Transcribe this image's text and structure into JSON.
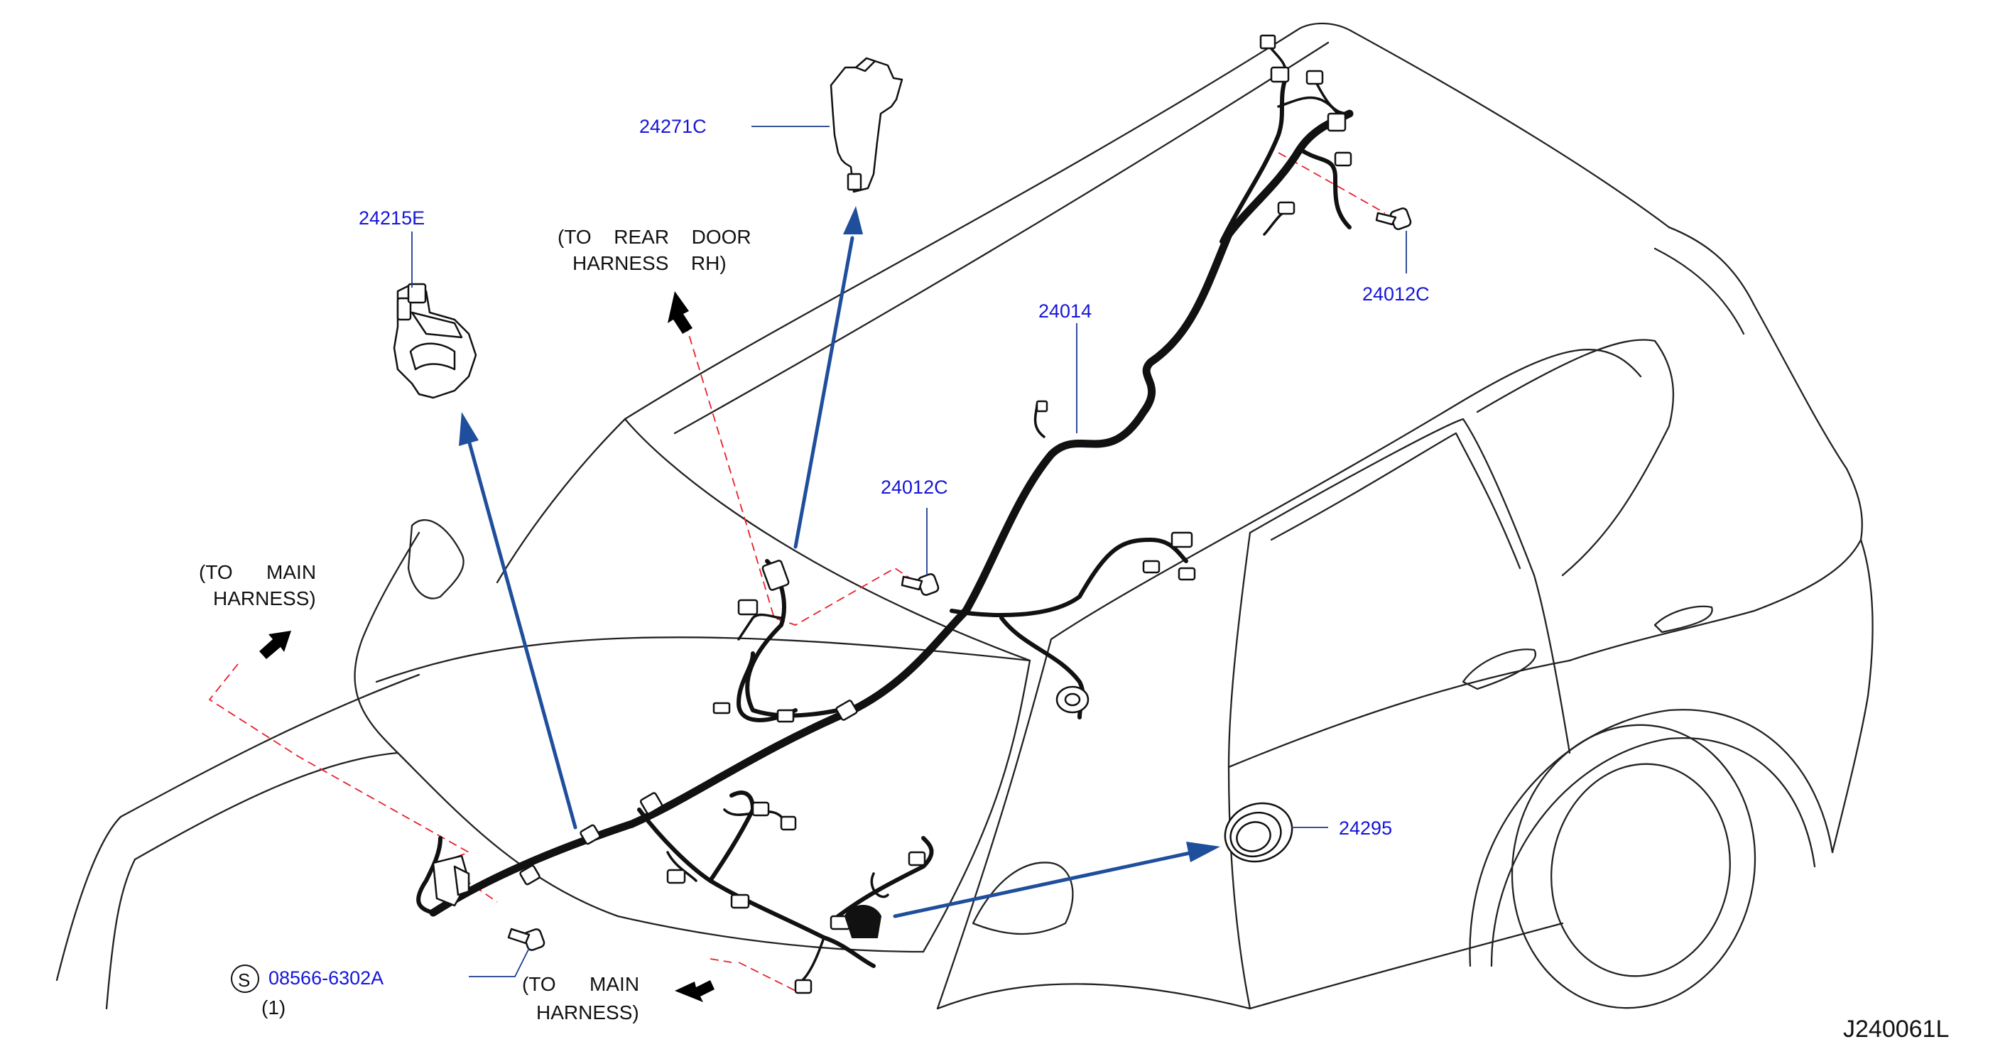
{
  "diagram": {
    "code": "J240061L",
    "parts": [
      {
        "id": "24271C",
        "label": "24271C"
      },
      {
        "id": "24215E",
        "label": "24215E"
      },
      {
        "id": "24014",
        "label": "24014"
      },
      {
        "id": "24012C-roof",
        "label": "24012C"
      },
      {
        "id": "24012C-pillar",
        "label": "24012C"
      },
      {
        "id": "24295",
        "label": "24295"
      },
      {
        "id": "08566-6302A",
        "label": "08566-6302A",
        "marker": "S",
        "quantity": "(1)"
      }
    ],
    "notes": [
      {
        "id": "to-rear-door-harness",
        "lines": [
          "(TO  REAR  DOOR",
          "HARNESS  RH)"
        ]
      },
      {
        "id": "to-main-harness-left",
        "lines": [
          "(TO   MAIN",
          "HARNESS)"
        ]
      },
      {
        "id": "to-main-harness-bottom",
        "lines": [
          "(TO   MAIN",
          "HARNESS)"
        ]
      }
    ]
  },
  "colors": {
    "part_number_text": "#1515d8",
    "leader_arrow": "#1f4e9c",
    "phantom_dashed_line": "#e8202a",
    "outline": "#222222",
    "harness": "#111111"
  }
}
